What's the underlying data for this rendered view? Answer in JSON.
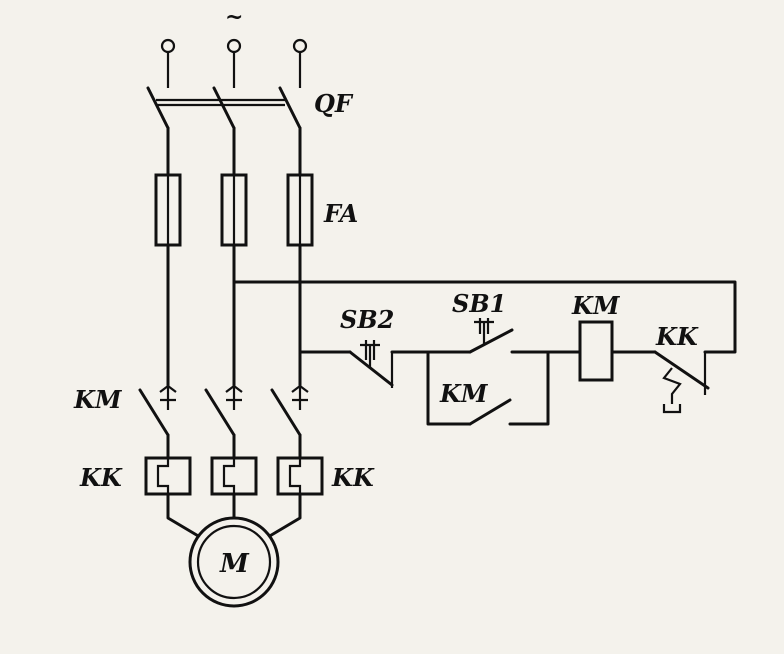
{
  "diagram": {
    "labels": {
      "supply_symbol": "~",
      "breaker": "QF",
      "fuses": "FA",
      "stop_button": "SB2",
      "start_button": "SB1",
      "contactor_coil": "KM",
      "overload_contact": "KK",
      "main_contacts": "KM",
      "hold_contact": "KM",
      "thermal_left": "KK",
      "thermal_right": "KK",
      "motor": "M"
    }
  }
}
